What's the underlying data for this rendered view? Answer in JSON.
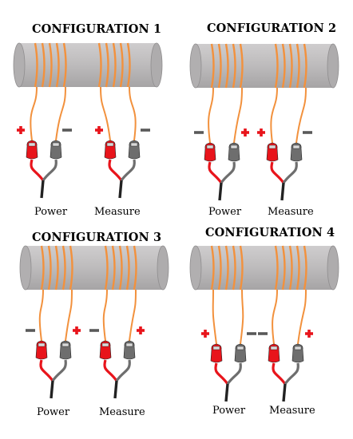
{
  "figure": {
    "colors": {
      "coil": "#f2913d",
      "rod_fill": "#bdbbbc",
      "rod_edge": "#8f8d8e",
      "lead_red": "#e8141b",
      "lead_gray": "#6e6e6e",
      "positive": "#e8141b",
      "negative": "#595959"
    },
    "panels": [
      {
        "title": "CONFIGURATION 1",
        "power_label": "Power",
        "measure_label": "Measure",
        "power_polarity": [
          "+",
          "-"
        ],
        "measure_polarity": [
          "+",
          "-"
        ]
      },
      {
        "title": "CONFIGURATION 2",
        "power_label": "Power",
        "measure_label": "Measure",
        "power_polarity": [
          "-",
          "+"
        ],
        "measure_polarity": [
          "+",
          "-"
        ]
      },
      {
        "title": "CONFIGURATION 3",
        "power_label": "Power",
        "measure_label": "Measure",
        "power_polarity": [
          "-",
          "+"
        ],
        "measure_polarity": [
          "-",
          "+"
        ]
      },
      {
        "title": "CONFIGURATION 4",
        "power_label": "Power",
        "measure_label": "Measure",
        "power_polarity": [
          "+",
          "-"
        ],
        "measure_polarity": [
          "-",
          "+"
        ]
      }
    ]
  }
}
